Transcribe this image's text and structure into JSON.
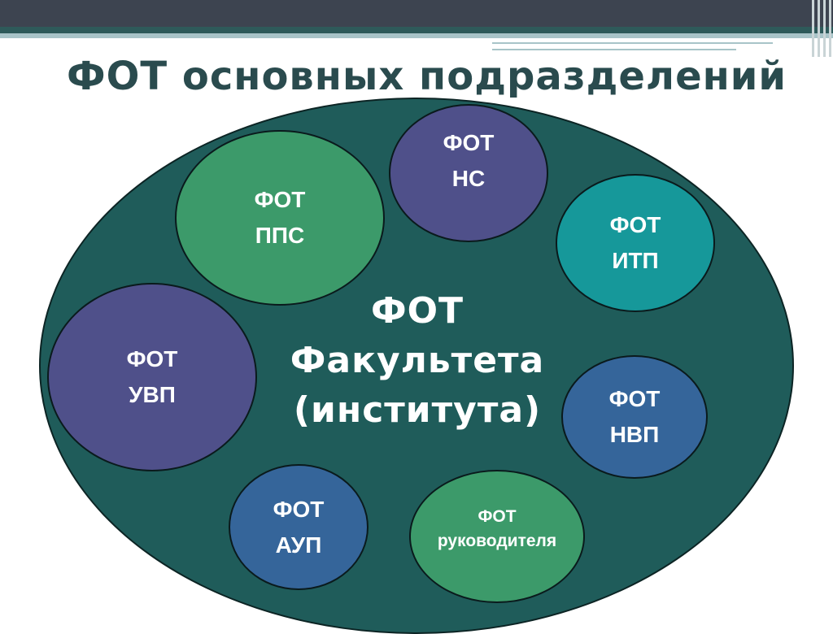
{
  "title": "ФОТ основных подразделений",
  "center": {
    "line1": "ФОТ",
    "line2": "Факультета",
    "line3": "(института)"
  },
  "circles": [
    {
      "id": "pps",
      "line1": "ФОТ",
      "line2": "ППС",
      "color": "#3c9a6a"
    },
    {
      "id": "ns",
      "line1": "ФОТ",
      "line2": "НС",
      "color": "#4f508a"
    },
    {
      "id": "itp",
      "line1": "ФОТ",
      "line2": "ИТП",
      "color": "#16989a"
    },
    {
      "id": "uvp",
      "line1": "ФОТ",
      "line2": "УВП",
      "color": "#4f508a"
    },
    {
      "id": "nvp",
      "line1": "ФОТ",
      "line2": "НВП",
      "color": "#35659a"
    },
    {
      "id": "aup",
      "line1": "ФОТ",
      "line2": "АУП",
      "color": "#35659a"
    },
    {
      "id": "rukovoditelya",
      "line1": "ФОТ",
      "line2": "руководителя",
      "color": "#3c9a6a"
    }
  ],
  "colors": {
    "background_oval": "#1f5c5a",
    "title": "#2a4b4e",
    "header_band": "#3d4450"
  }
}
